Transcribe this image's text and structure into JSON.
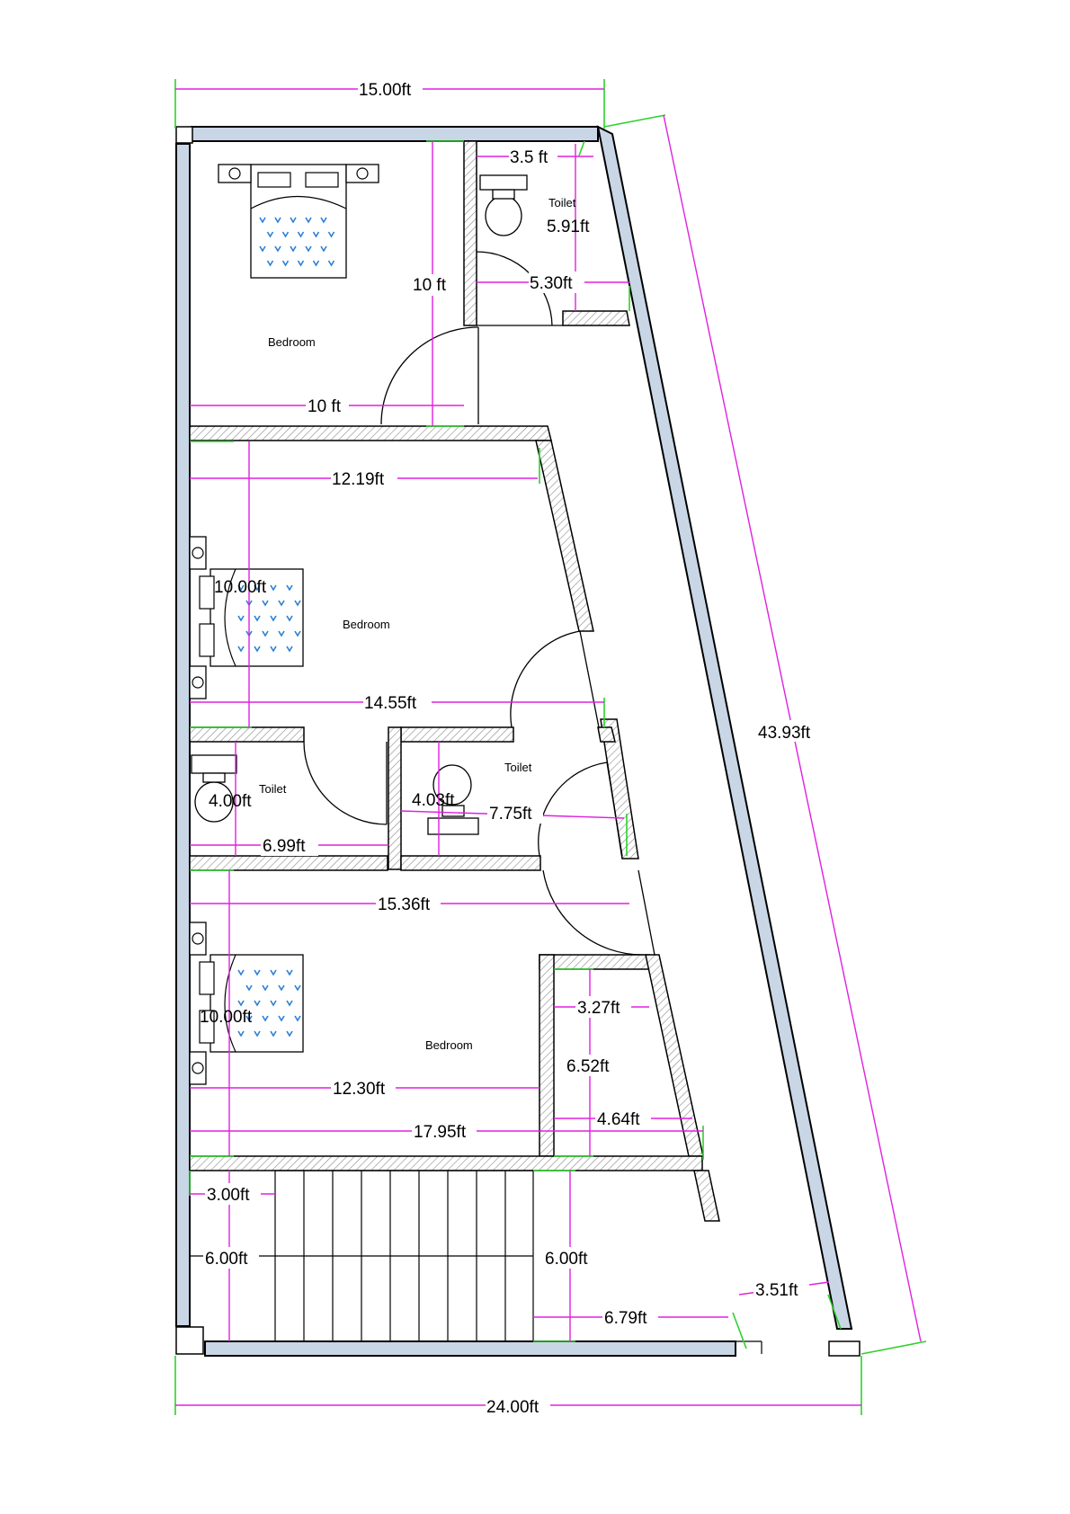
{
  "plan": {
    "rooms": {
      "bedroom_top": "Bedroom",
      "bedroom_middle": "Bedroom",
      "bedroom_bottom": "Bedroom",
      "toilet_top": "Toilet",
      "toilet_middle_left": "Toilet",
      "toilet_middle_right": "Toilet"
    },
    "dimensions": {
      "top_width": "15.00ft",
      "bottom_width": "24.00ft",
      "diagonal_length": "43.93ft",
      "toilet_top_width": "3.5 ft",
      "toilet_top_height": "5.91ft",
      "toilet_top_depth": "5.30ft",
      "bedroom_top_height": "10 ft",
      "bedroom_top_width": "10 ft",
      "bedroom_mid_width_top": "12.19ft",
      "bedroom_mid_height": "10.00ft",
      "bedroom_mid_width_bottom": "14.55ft",
      "toilet_left_height": "4.00ft",
      "toilet_left_width": "6.99ft",
      "toilet_right_height": "4.03ft",
      "toilet_right_width": "7.75ft",
      "corridor_width": "15.36ft",
      "bedroom_bot_height": "10.00ft",
      "bedroom_bot_width": "12.30ft",
      "overall_width_mid": "17.95ft",
      "small_room_width": "3.27ft",
      "small_room_height": "6.52ft",
      "small_room_depth": "4.64ft",
      "stair_left_width": "3.00ft",
      "stair_left_height": "6.00ft",
      "stair_right_height": "6.00ft",
      "stair_right_width": "6.79ft",
      "side_gap": "3.51ft"
    },
    "colors": {
      "wall_fill": "#c9d6e6",
      "dimension_line": "#e020e0",
      "marker_line": "#2dd12d",
      "bed_arrow": "#2a7fd6"
    }
  }
}
